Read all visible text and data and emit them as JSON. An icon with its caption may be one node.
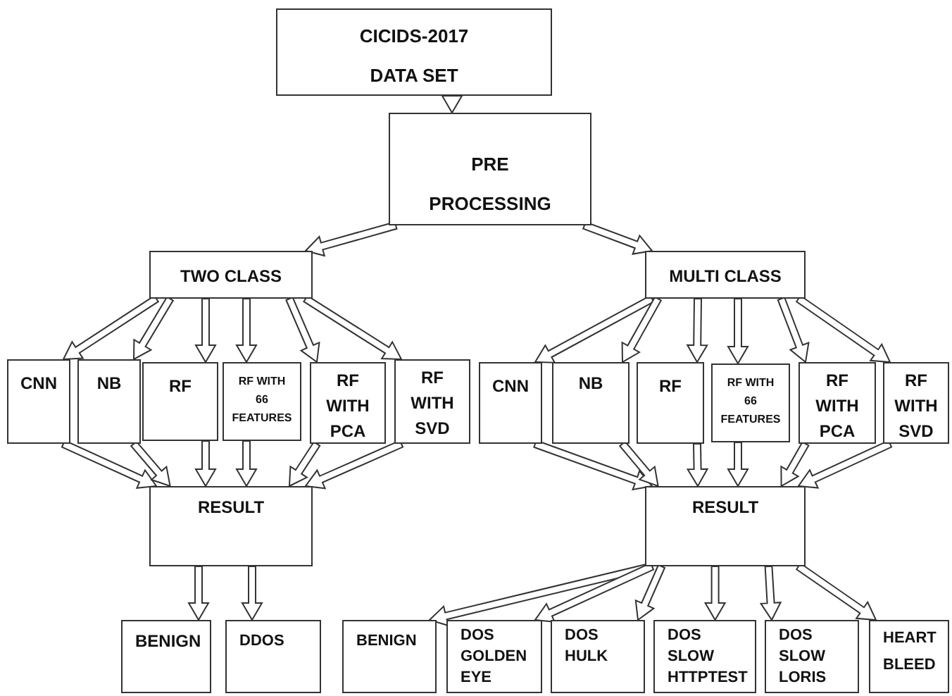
{
  "diagram": {
    "nodes": [
      {
        "text": [
          "CICIDS-2017 DATA SET"
        ]
      },
      {
        "text": [
          "PRE PROCESSING"
        ]
      },
      {
        "text": [
          "TWO CLASS"
        ]
      },
      {
        "text": [
          "MULTI CLASS"
        ]
      },
      {
        "text": [
          "CNN"
        ]
      },
      {
        "text": [
          "NB"
        ]
      },
      {
        "text": [
          "RF"
        ]
      },
      {
        "text": [
          "RF WITH 66 FEATURES"
        ]
      },
      {
        "text": [
          "RF WITH PCA"
        ]
      },
      {
        "text": [
          "RF WITH SVD"
        ]
      },
      {
        "text": [
          "CNN"
        ]
      },
      {
        "text": [
          "NB"
        ]
      },
      {
        "text": [
          "RF"
        ]
      },
      {
        "text": [
          "RF WITH 66 FEATURES"
        ]
      },
      {
        "text": [
          "RF WITH PCA"
        ]
      },
      {
        "text": [
          "RF WITH SVD"
        ]
      },
      {
        "text": [
          "RESULT"
        ]
      },
      {
        "text": [
          "RESULT"
        ]
      },
      {
        "text": [
          "BENIGN"
        ]
      },
      {
        "text": [
          "DDOS"
        ]
      },
      {
        "text": [
          "BENIGN"
        ]
      },
      {
        "text": [
          "DOS GOLDEN EYE"
        ]
      },
      {
        "text": [
          "DOS HULK"
        ]
      },
      {
        "text": [
          "DOS SLOW HTTPTEST"
        ]
      },
      {
        "text": [
          "DOS SLOW LORIS"
        ]
      },
      {
        "text": [
          "HEART BLEED"
        ]
      }
    ],
    "edges": [
      {
        "from": 0,
        "to": 1,
        "arrow": "to"
      },
      {
        "from": 1,
        "to": 2,
        "arrow": "to"
      },
      {
        "from": 1,
        "to": 3,
        "arrow": "to"
      },
      {
        "from": 2,
        "to": 4,
        "arrow": "to"
      },
      {
        "from": 2,
        "to": 5,
        "arrow": "to"
      },
      {
        "from": 2,
        "to": 6,
        "arrow": "to"
      },
      {
        "from": 2,
        "to": 7,
        "arrow": "to"
      },
      {
        "from": 2,
        "to": 8,
        "arrow": "to"
      },
      {
        "from": 2,
        "to": 9,
        "arrow": "to"
      },
      {
        "from": 3,
        "to": 10,
        "arrow": "to"
      },
      {
        "from": 3,
        "to": 11,
        "arrow": "to"
      },
      {
        "from": 3,
        "to": 12,
        "arrow": "to"
      },
      {
        "from": 3,
        "to": 13,
        "arrow": "to"
      },
      {
        "from": 3,
        "to": 14,
        "arrow": "to"
      },
      {
        "from": 3,
        "to": 15,
        "arrow": "to"
      },
      {
        "from": 4,
        "to": 16,
        "arrow": "to"
      },
      {
        "from": 5,
        "to": 16,
        "arrow": "to"
      },
      {
        "from": 6,
        "to": 16,
        "arrow": "to"
      },
      {
        "from": 7,
        "to": 16,
        "arrow": "to"
      },
      {
        "from": 8,
        "to": 16,
        "arrow": "to"
      },
      {
        "from": 9,
        "to": 16,
        "arrow": "to"
      },
      {
        "from": 10,
        "to": 17,
        "arrow": "to"
      },
      {
        "from": 11,
        "to": 17,
        "arrow": "to"
      },
      {
        "from": 12,
        "to": 17,
        "arrow": "to"
      },
      {
        "from": 13,
        "to": 17,
        "arrow": "to"
      },
      {
        "from": 14,
        "to": 17,
        "arrow": "to"
      },
      {
        "from": 15,
        "to": 17,
        "arrow": "to"
      },
      {
        "from": 16,
        "to": 18,
        "arrow": "to"
      },
      {
        "from": 16,
        "to": 19,
        "arrow": "to"
      },
      {
        "from": 17,
        "to": 20,
        "arrow": "to"
      },
      {
        "from": 17,
        "to": 21,
        "arrow": "to"
      },
      {
        "from": 17,
        "to": 22,
        "arrow": "to"
      },
      {
        "from": 17,
        "to": 23,
        "arrow": "to"
      },
      {
        "from": 17,
        "to": 24,
        "arrow": "to"
      },
      {
        "from": 17,
        "to": 25,
        "arrow": "to"
      }
    ]
  }
}
